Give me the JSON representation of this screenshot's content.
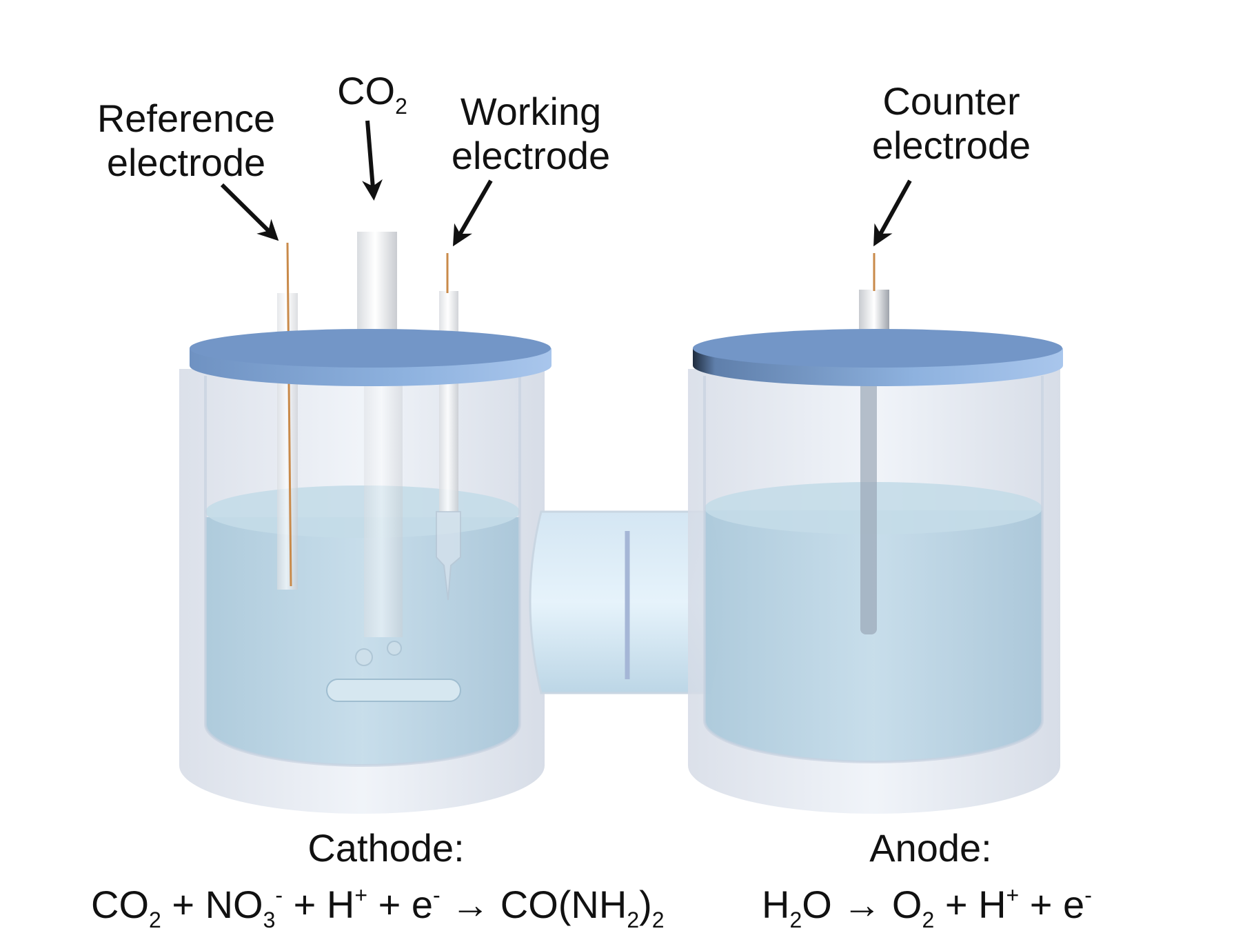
{
  "labels": {
    "reference": [
      "Reference",
      "electrode"
    ],
    "co2": {
      "base": "CO",
      "sub": "2"
    },
    "working": [
      "Working",
      "electrode"
    ],
    "counter": [
      "Counter",
      "electrode"
    ]
  },
  "cathode": {
    "title": "Cathode:",
    "equation": {
      "t1": "CO",
      "s1": "2",
      "t2": " + NO",
      "s2": "3",
      "p2": "-",
      "t3": " + H",
      "p3": "+",
      "t4": " + e",
      "p4": "-",
      "t5": " → CO(NH",
      "s5": "2",
      "t6": ")",
      "s6": "2"
    }
  },
  "anode": {
    "title": "Anode:",
    "equation": {
      "t1": "H",
      "s1": "2",
      "t2": "O → O",
      "s2": "2",
      "t3": " + H",
      "p3": "+",
      "t4": " + e",
      "p4": "-"
    }
  },
  "colors": {
    "lid": "#8fb3e0",
    "lid_dark": "#6b8fbf",
    "glass": "#e4e9f2",
    "electrolyte": "#b7d4e4",
    "wire": "#c98a4a"
  }
}
